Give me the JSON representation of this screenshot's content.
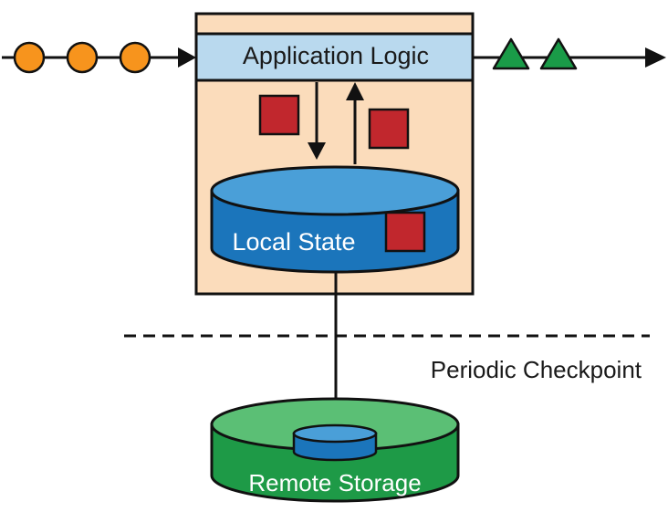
{
  "labels": {
    "application_logic": "Application Logic",
    "local_state": "Local State",
    "periodic_checkpoint": "Periodic Checkpoint",
    "remote_storage": "Remote Storage"
  },
  "colors": {
    "input_event": "#f7941d",
    "output_event": "#1a9b48",
    "state_item": "#c1272d",
    "application_box": "#fbdcbb",
    "application_logic_bar": "#b9d9ee",
    "local_state_db": "#1b75bb",
    "local_state_db_top": "#4a9fd8",
    "remote_storage_db": "#1e9a47",
    "remote_storage_db_top": "#5bbf75"
  },
  "icons": {
    "input_events": "orange-circle-icon",
    "output_events": "green-triangle-icon",
    "state_items": "red-square-icon",
    "local_state": "database-icon",
    "remote_storage": "database-icon"
  },
  "counts": {
    "input_events": 3,
    "output_events": 2,
    "state_items": 3
  }
}
